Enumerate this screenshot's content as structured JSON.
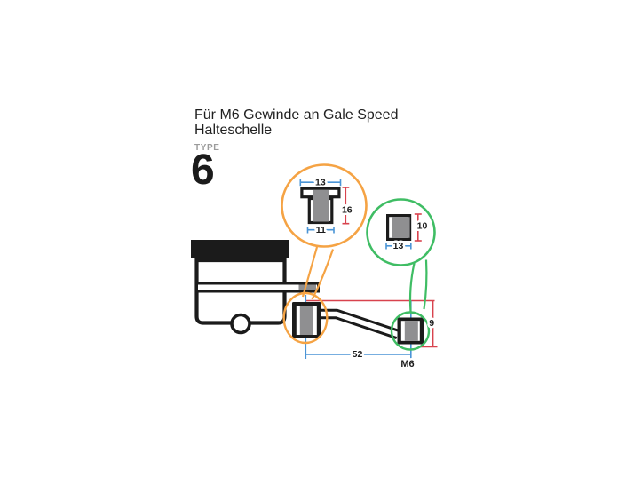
{
  "header": {
    "title_line1": "Für M6 Gewinde an Gale Speed",
    "title_line2": "Halteschelle",
    "type_label": "TYPE",
    "type_number": "6"
  },
  "diagram": {
    "bushing_detail": {
      "width_top": "13",
      "height": "16",
      "width_bottom": "11"
    },
    "nut_detail": {
      "height": "10",
      "width": "13"
    },
    "stay": {
      "length": "52",
      "drop": "9",
      "thread": "M6"
    },
    "colors": {
      "highlight_orange": "#f5a344",
      "highlight_green": "#3fbd64",
      "dim_blue": "#4a94d6",
      "dim_red": "#d8434e",
      "part_gray": "#8f8f91",
      "outline_black": "#1b1b1b"
    }
  }
}
